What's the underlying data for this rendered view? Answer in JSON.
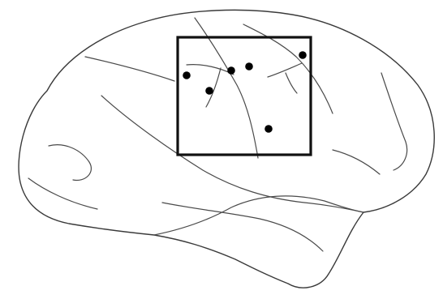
{
  "figure": {
    "subject": "brain-lateral-view",
    "recording_sites": [
      {
        "id": "site-1"
      },
      {
        "id": "site-2"
      },
      {
        "id": "site-3"
      },
      {
        "id": "site-4"
      },
      {
        "id": "site-5"
      },
      {
        "id": "site-6"
      }
    ]
  },
  "colors": {
    "outline": "#3a3a3a",
    "box": "#111111",
    "site": "#000000",
    "background": "#ffffff"
  }
}
